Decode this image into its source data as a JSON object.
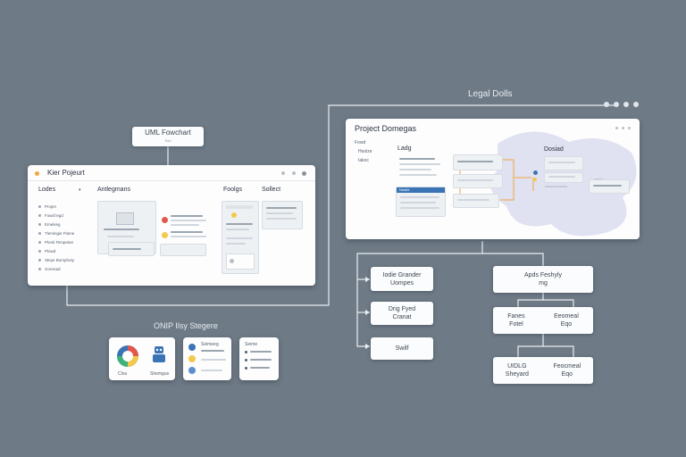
{
  "top_label": "Legal Dolls",
  "window_controls_top": [
    "dot",
    "dot",
    "dot",
    "dot"
  ],
  "uml_label": {
    "title": "UML Fowchart",
    "sub": "Sub"
  },
  "left_window": {
    "title": "Kier Pojeurt",
    "headers": [
      "Lodes",
      "Antlegmans",
      "Foolgs",
      "Sollect"
    ],
    "sidebar_items": [
      "Projen",
      "Fowd legd",
      "Emekieg",
      "Tlemingie Flame",
      "Plonk Tempetan",
      "Plowd",
      "Steye Bomphoty",
      "Gorenad"
    ]
  },
  "right_window": {
    "title": "Project Domegas",
    "sidebar_items": [
      "Fowd",
      "Hoolze",
      "Iakoc"
    ],
    "col_label": "Ladg",
    "right_label": "Dosiad",
    "highlight_label": "Nealte"
  },
  "left_tree": {
    "nodes": [
      {
        "line1": "Iodie Grander",
        "line2": "Uompes"
      },
      {
        "line1": "Drig Fyed",
        "line2": "Cranat"
      },
      {
        "line1": "Swilf",
        "line2": ""
      }
    ]
  },
  "right_tree": {
    "top": {
      "line1": "Apds Feshyly",
      "line2": "mg"
    },
    "middle_left": {
      "line1": "Fanes",
      "line2": "Fotel"
    },
    "middle_right": {
      "line1": "Eeomeal",
      "line2": "Eqo"
    },
    "bottom_left": {
      "line1": "UIDLG",
      "line2": "Sheyard"
    },
    "bottom_right": {
      "line1": "Feocmeal",
      "line2": "Eqo"
    }
  },
  "bottom_group": {
    "label": "ONIP Ilsy Stegere",
    "card1": {
      "left": "Clou",
      "right": "Shemgus"
    },
    "card2": {
      "title": "Seimeeg"
    },
    "card3": {
      "title": "Seime"
    }
  },
  "colors": {
    "background": "#6e7a86",
    "card": "#fdfdfe",
    "accent_blue": "#3a74b4",
    "accent_orange": "#f0a63c",
    "accent_yellow": "#f2c94c",
    "accent_red": "#e2574c",
    "accent_green": "#3db37a",
    "purple_blob": "#c9cbe6"
  }
}
